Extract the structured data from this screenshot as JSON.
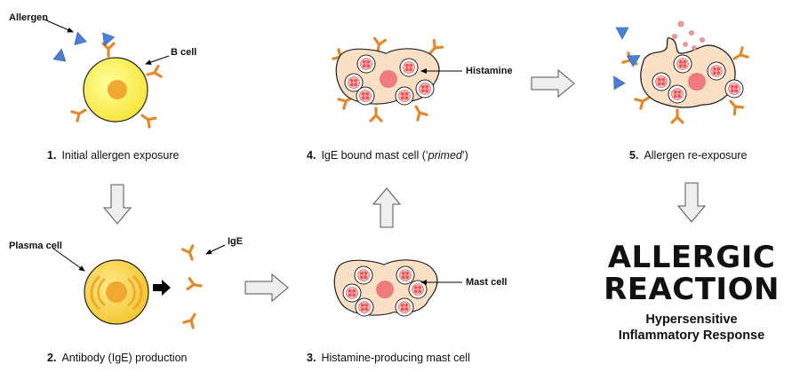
{
  "labels": {
    "allergen": "Allergen",
    "b_cell": "B cell",
    "plasma_cell": "Plasma cell",
    "ige": "IgE",
    "histamine": "Histamine",
    "mast_cell": "Mast cell"
  },
  "steps": [
    {
      "num": "1.",
      "text": "Initial allergen exposure"
    },
    {
      "num": "2.",
      "text": "Antibody (IgE) production"
    },
    {
      "num": "3.",
      "text": "Histamine-producing mast cell"
    },
    {
      "num": "4.",
      "text_before": "IgE bound mast cell (‘",
      "text_italic": "primed",
      "text_after": "’)"
    },
    {
      "num": "5.",
      "text": "Allergen re-exposure"
    }
  ],
  "outcome": {
    "line1": "ALLERGIC",
    "line2": "REACTION",
    "sub1": "Hypersensitive",
    "sub2": "Inflammatory Response"
  },
  "colors": {
    "antibody": "#e08a2c",
    "allergen": "#4a7fd4",
    "b_cell_fill": "#fff44f",
    "nucleus": "#f0a830",
    "mast_fill": "#f9dfc4",
    "mast_nucleus": "#ee7c7c",
    "granule": "#ee7c7c",
    "arrow_fill": "#eeeeee"
  },
  "icons": [
    "allergen-triangle-icon",
    "antibody-y-icon",
    "histamine-dot-icon",
    "block-arrow-icon"
  ]
}
